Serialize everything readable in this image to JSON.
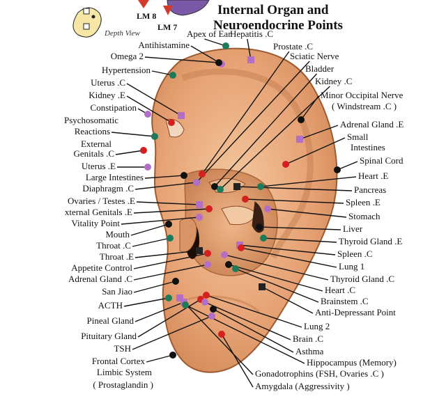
{
  "title": {
    "line1": "Internal Organ and",
    "line2": "Neuroendocrine Points"
  },
  "markers": {
    "lm8": "LM 8",
    "lm7": "LM 7",
    "depth_view": "Depth View"
  },
  "left_labels": [
    "Antihistamine",
    "Omega 2",
    "Hypertension",
    "Uterus .C",
    "Kidney .E",
    "Constipation",
    "Psychosomatic",
    "Reactions",
    "External",
    "Genitals .C",
    "Uterus .E",
    "Large Intestines",
    "Diaphragm .C",
    "Ovaries / Testes .E",
    "xternal Genitals .E",
    "Vitality Point",
    "Mouth",
    "Throat .C",
    "Throat .E",
    "Appetite Control",
    "Adrenal Gland .C",
    "San Jiao",
    "ACTH",
    "Pineal Gland",
    "Pituitary Gland",
    "TSH",
    "Frontal Cortex",
    "Limbic System",
    "( Prostaglandin )"
  ],
  "top_labels": [
    "Apex of Ear",
    "Hepatitis .C",
    "Prostate .C",
    "Sciatic Nerve",
    "Bladder",
    "Kidney .C"
  ],
  "right_labels": [
    "Minor Occipital Nerve",
    "( Windstream .C )",
    "Adrenal Gland .E",
    "Small",
    "Intestines",
    "Spinal Cord",
    "Heart .E",
    "Pancreas",
    "Spleen .E",
    "Stomach",
    "Liver",
    "Thyroid Gland .E",
    "Spleen .C",
    "Lung 1",
    "Thyroid Gland .C",
    "Heart .C",
    "Brainstem .C",
    "Anti-Depressant Point",
    "Lung 2",
    "Brain .C",
    "Asthma",
    "Hippocampus (Memory)",
    "Gonadotrophins (FSH, Ovaries .C )",
    "Amygdala (Aggressivity )"
  ],
  "colors": {
    "skin": "#e8a978",
    "skin_dark": "#c07a4c",
    "line": "#111111",
    "point_purple": "#b36fc8",
    "point_green": "#1f7a5a",
    "point_red": "#d42020"
  }
}
